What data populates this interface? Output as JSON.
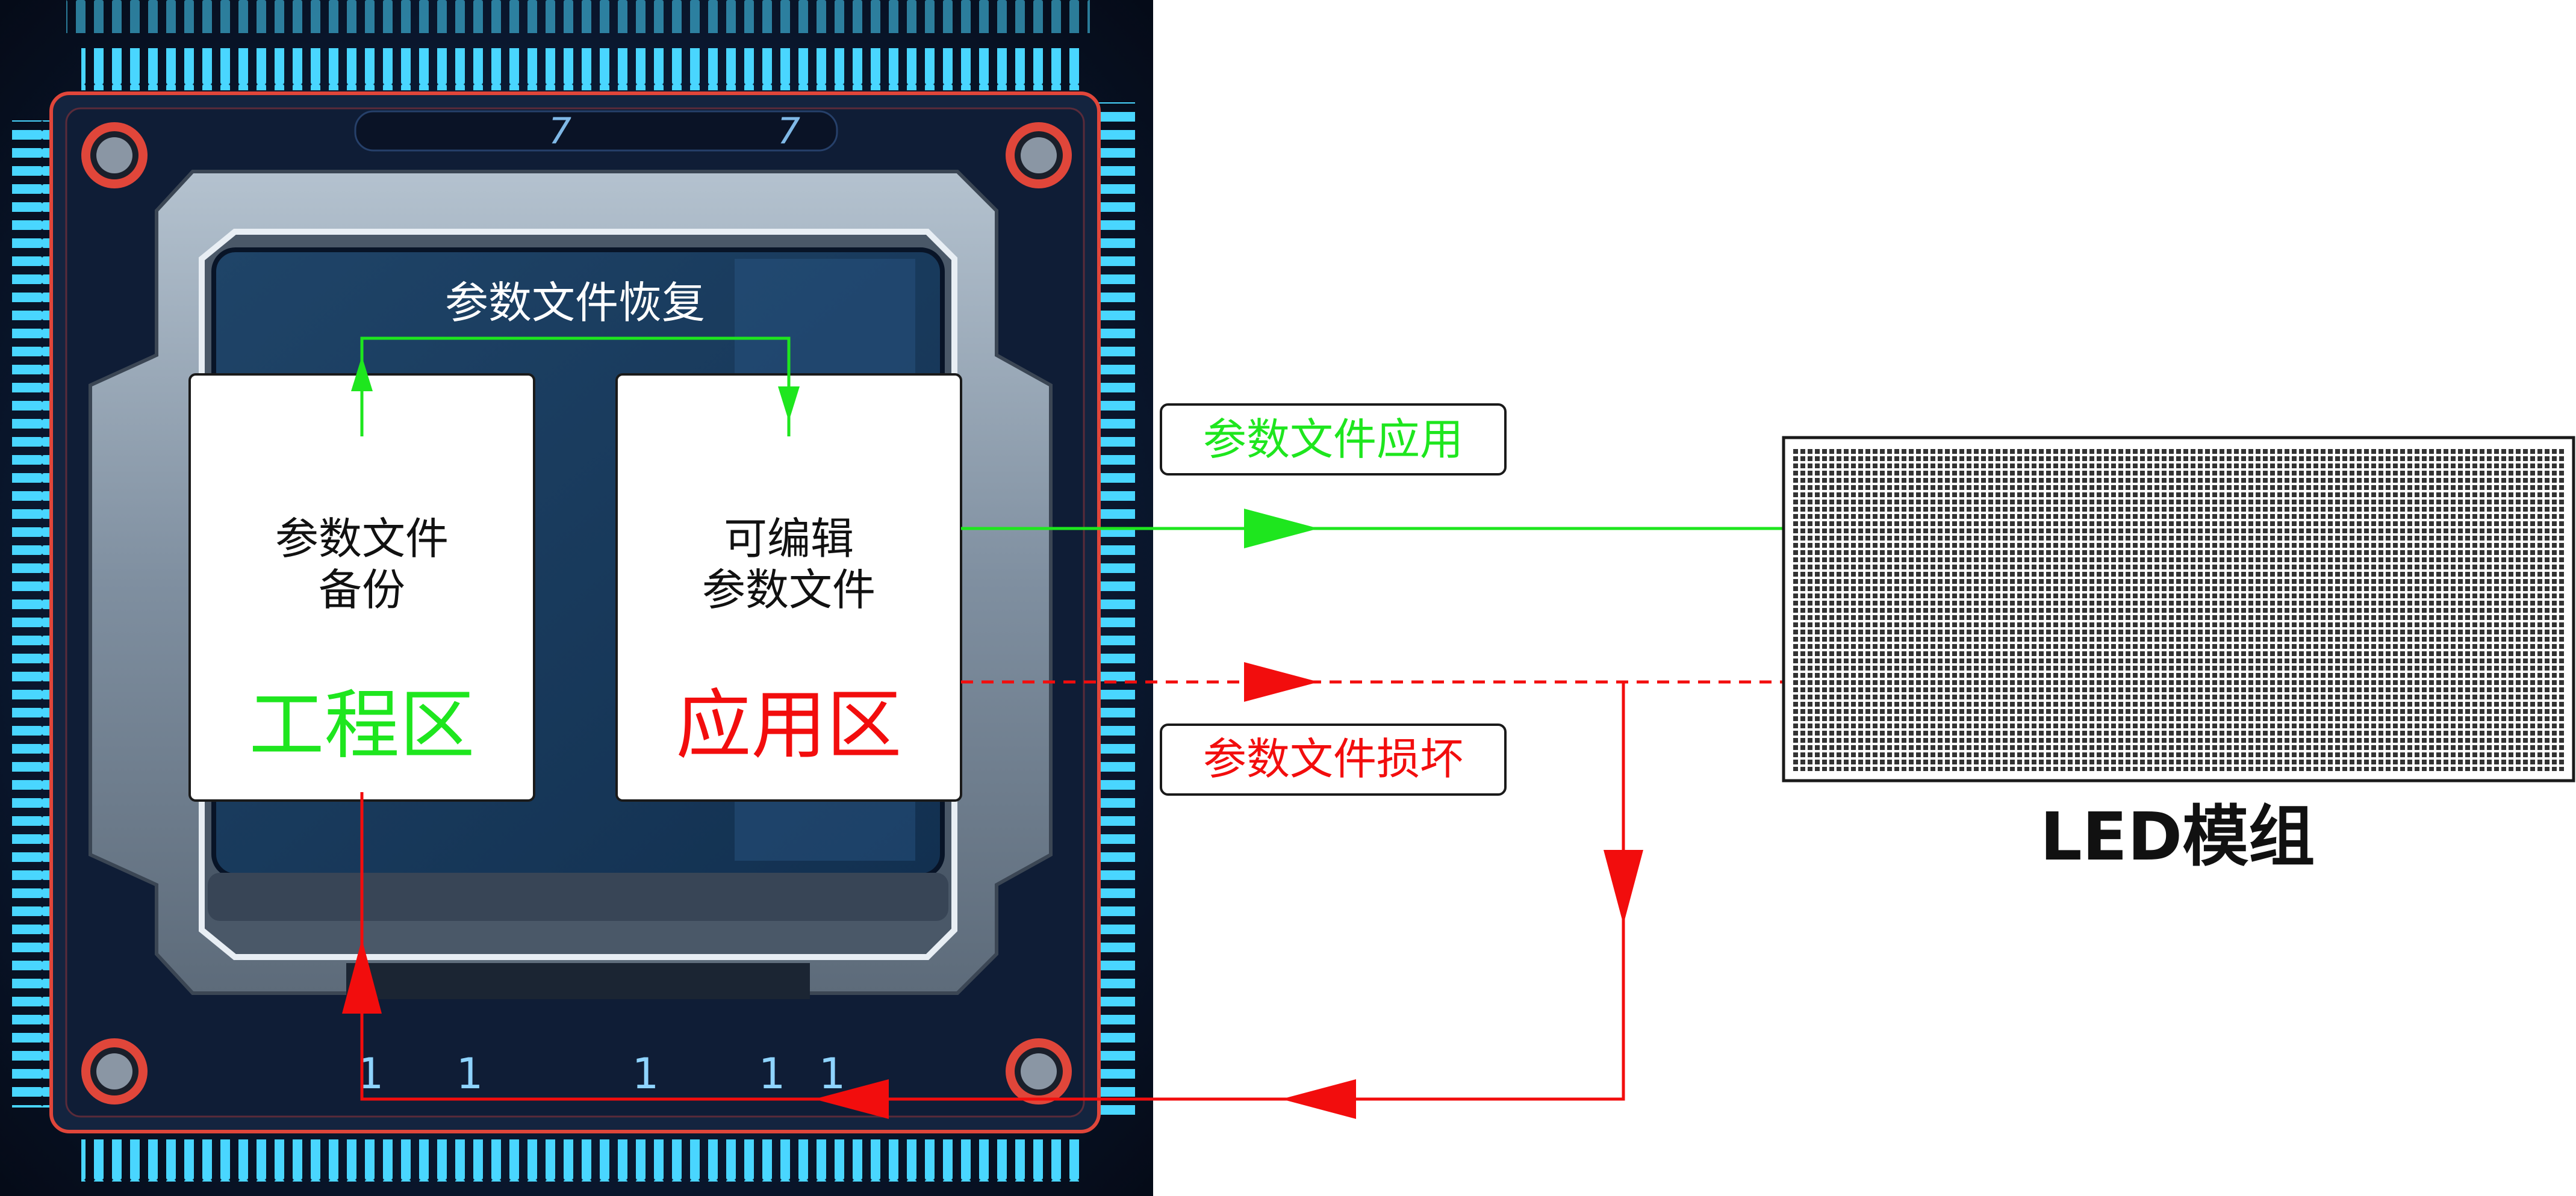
{
  "labels": {
    "restore": "参数文件恢复",
    "backup_line1": "参数文件",
    "backup_line2": "备份",
    "engineering_zone": "工程区",
    "editable_line1": "可编辑",
    "editable_line2": "参数文件",
    "application_zone": "应用区",
    "apply": "参数文件应用",
    "damaged": "参数文件损坏",
    "led_module": "LED模组"
  },
  "chip_markings": [
    "7",
    "7"
  ],
  "pin_markings": [
    "1",
    "1",
    "1",
    "1",
    "1"
  ],
  "colors": {
    "green": "#1ee61e",
    "red": "#f20d0d",
    "chip_background": "#0b1a33",
    "pin_cyan": "#49d6ff",
    "panel_white": "#ffffff",
    "led_grid": "#333333"
  }
}
